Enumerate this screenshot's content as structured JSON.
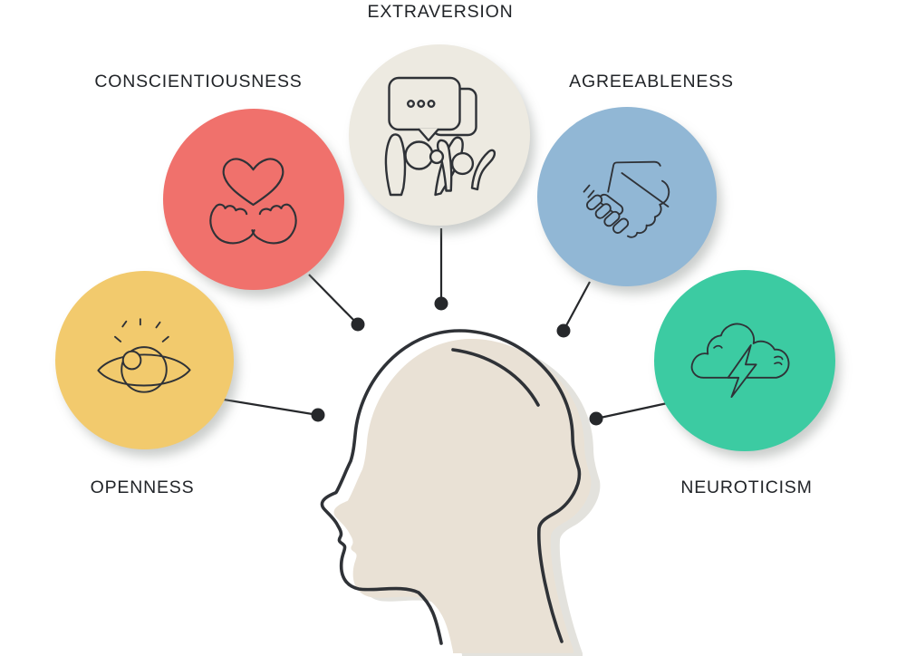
{
  "title": "Big Five personality traits diagram",
  "background": "#ffffff",
  "connector_color": "#26282b",
  "head": {
    "figure": "human-head-profile",
    "fill": "#e9e1d5",
    "shadow": "#e3e2dd",
    "outline": "#1f2125"
  },
  "traits": [
    {
      "id": "openness",
      "label": "OPENNESS",
      "color": "#f2ca6d",
      "icon": "open-eye-icon",
      "connects_to": "head"
    },
    {
      "id": "conscientiousness",
      "label": "CONSCIENTIOUSNESS",
      "color": "#f0716c",
      "icon": "heart-in-hands-icon",
      "connects_to": "head"
    },
    {
      "id": "extraversion",
      "label": "EXTRAVERSION",
      "color": "#edeae1",
      "icon": "speech-bubbles-cheering-people-icon",
      "connects_to": "head"
    },
    {
      "id": "agreeableness",
      "label": "AGREEABLENESS",
      "color": "#91b7d5",
      "icon": "handshake-icon",
      "connects_to": "head"
    },
    {
      "id": "neuroticism",
      "label": "NEUROTICISM",
      "color": "#3ccba2",
      "icon": "storm-cloud-lightning-icon",
      "connects_to": "head"
    }
  ]
}
